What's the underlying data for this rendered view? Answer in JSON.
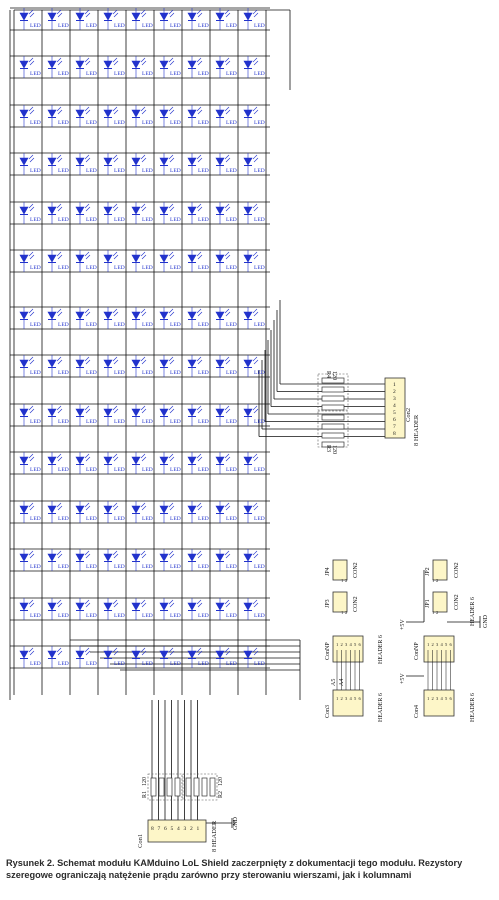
{
  "figure": {
    "caption": "Rysunek 2. Schemat modułu KAMduino LoL Shield zaczerpnięty z dokumentacji tego modułu. Rezystory szeregowe ograniczają natężenie prądu zarówno przy sterowaniu wierszami, jak i kolumnami",
    "led_matrix": {
      "rows": 14,
      "cols": 9,
      "led_label": "LED"
    },
    "right_connector": {
      "name": "Con2",
      "type": "8 HEADER",
      "resistor_top": "R4",
      "resistor_top_value": "120",
      "resistor_bottom": "R3",
      "resistor_bottom_value": "120",
      "pins": [
        "1",
        "2",
        "3",
        "4",
        "5",
        "6",
        "7",
        "8"
      ]
    },
    "bottom_connector": {
      "name": "Con1",
      "type": "8 HEADER",
      "resistor_left": "R1",
      "resistor_left_value": "120",
      "resistor_right": "R2",
      "resistor_right_value": "120",
      "pins": [
        "8",
        "7",
        "6",
        "5",
        "4",
        "3",
        "2",
        "1"
      ],
      "gnd": "GND"
    },
    "jumper_block_left": {
      "jp_top": "JP4",
      "jp_bottom": "JP3",
      "con_top": "CON2",
      "con_bottom": "CON2",
      "pin_a": "A5",
      "pin_b": "A4",
      "header_top": "HEADER 6",
      "header_top_name": "ConNP",
      "header_bottom": "HEADER 6",
      "header_bottom_name": "Con3",
      "pins": [
        "1",
        "2",
        "3",
        "4",
        "5",
        "6"
      ]
    },
    "jumper_block_right": {
      "jp_top": "JP2",
      "jp_bottom": "JP1",
      "con_top": "CON2",
      "con_bottom": "CON2",
      "power": "+5V",
      "gnd": "GND",
      "header_top": "HEADER 6",
      "header_top_name": "ConNP",
      "header_bottom": "HEADER 6",
      "header_bottom_name": "Con4",
      "pins": [
        "1",
        "2",
        "3",
        "4",
        "5",
        "6"
      ]
    }
  }
}
